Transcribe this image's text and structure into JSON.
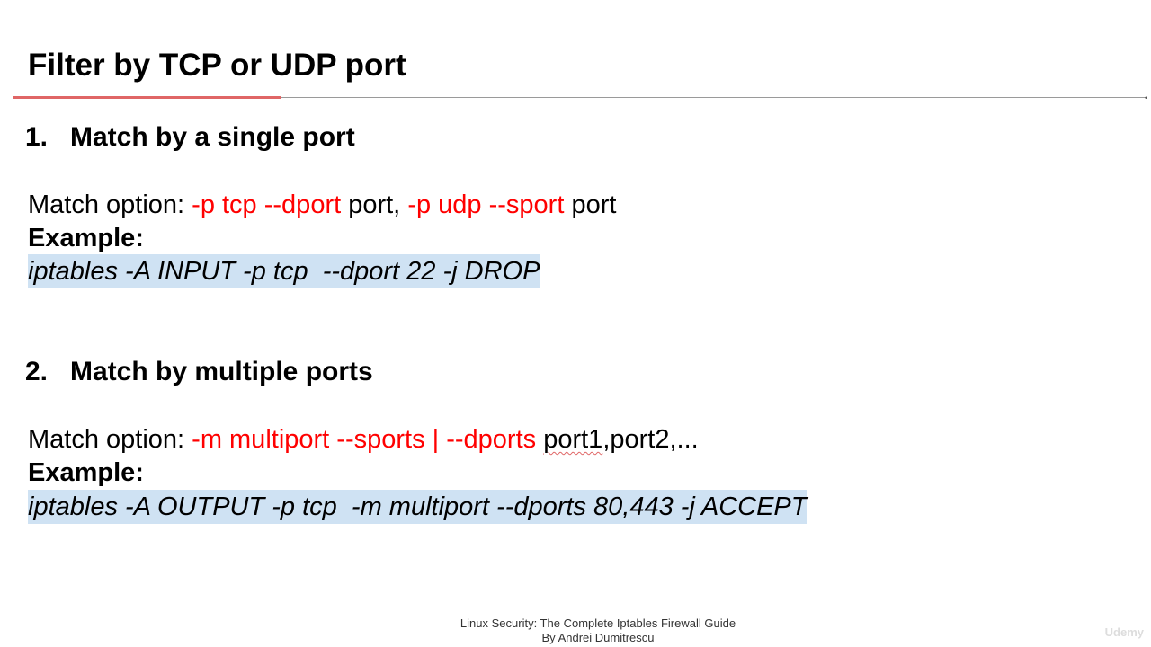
{
  "slide": {
    "title": "Filter by TCP or UDP port"
  },
  "section1": {
    "number": "1.",
    "heading": "Match by a single port",
    "match_label": "Match option: ",
    "opt1": "-p tcp --dport",
    "word1": " port, ",
    "opt2": "-p udp --sport",
    "word2": " port",
    "example_label": "Example:",
    "example_code": "iptables -A INPUT -p tcp  --dport 22 -j DROP"
  },
  "section2": {
    "number": "2.",
    "heading": "Match by multiple ports",
    "match_label": "Match option: ",
    "opt": "-m multiport --sports | --dports",
    "word_space": " ",
    "word_port1": "port1",
    "word_rest": ",port2,...",
    "example_label": "Example:",
    "example_code": "iptables -A OUTPUT -p tcp  -m multiport --dports 80,443 -j ACCEPT"
  },
  "footer": {
    "line1": "Linux Security: The Complete Iptables Firewall Guide",
    "line2": "By Andrei Dumitrescu"
  },
  "watermark": "Udemy",
  "colors": {
    "accent_red": "#ff0000",
    "rule_red": "#e06666",
    "code_highlight": "#cfe2f3"
  }
}
